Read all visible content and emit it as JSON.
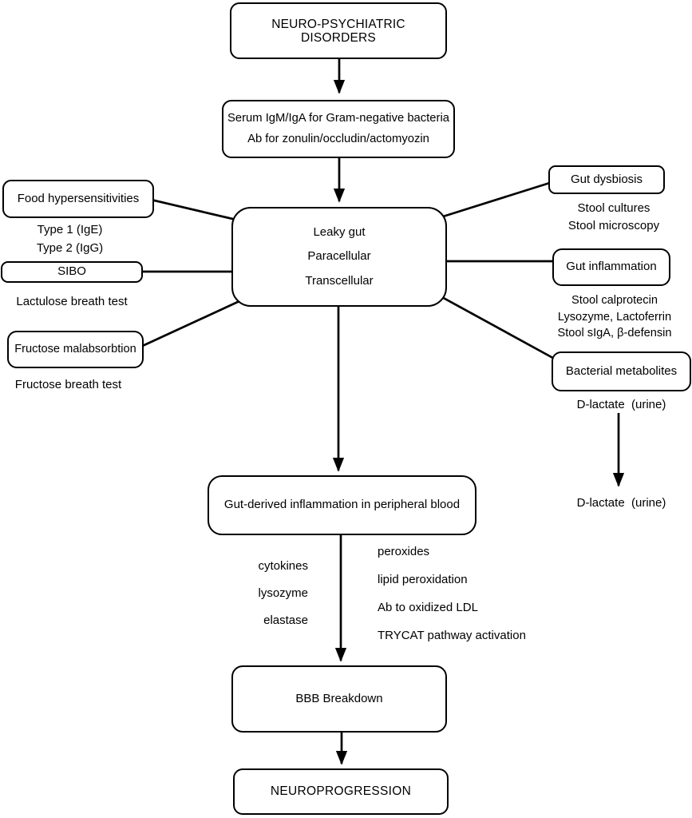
{
  "colors": {
    "line": "#000000",
    "background": "#ffffff",
    "text": "#000000"
  },
  "nodes": {
    "neuro": {
      "line1": "NEURO-PSYCHIATRIC",
      "line2": "DISORDERS"
    },
    "serum": {
      "line1": "Serum IgM/IgA for Gram-negative bacteria",
      "line2": "Ab for zonulin/occludin/actomyozin"
    },
    "leaky": {
      "line1": "Leaky gut",
      "line2": "Paracellular",
      "line3": "Transcellular"
    },
    "food": {
      "label": "Food hypersensitivities",
      "tests": [
        "Type 1 (IgE)",
        "Type 2 (IgG)"
      ]
    },
    "sibo": {
      "label": "SIBO",
      "test": "Lactulose breath test"
    },
    "fructose": {
      "label": "Fructose malabsorbtion",
      "test": "Fructose breath test"
    },
    "dysbiosis": {
      "label": "Gut dysbiosis",
      "tests": [
        "Stool cultures",
        "Stool microscopy"
      ]
    },
    "inflammation": {
      "label": "Gut inflammation",
      "tests": [
        "Stool calprotecin",
        "Lysozyme, Lactoferrin",
        "Stool sIgA, β-defensin"
      ]
    },
    "metabolites": {
      "label": "Bacterial metabolites",
      "test": "D-lactate  (urine)",
      "result": "D-lactate  (urine)"
    },
    "gut_derived": {
      "label": "Gut-derived inflammation in peripheral blood"
    },
    "bbb": {
      "label": "BBB Breakdown"
    },
    "neuroprogression": {
      "label": "NEUROPROGRESSION"
    }
  },
  "blood_markers": {
    "left": [
      "cytokines",
      "lysozyme",
      "elastase"
    ],
    "right": [
      "peroxides",
      "lipid peroxidation",
      "Ab to oxidized LDL",
      "TRYCAT pathway activation"
    ]
  }
}
